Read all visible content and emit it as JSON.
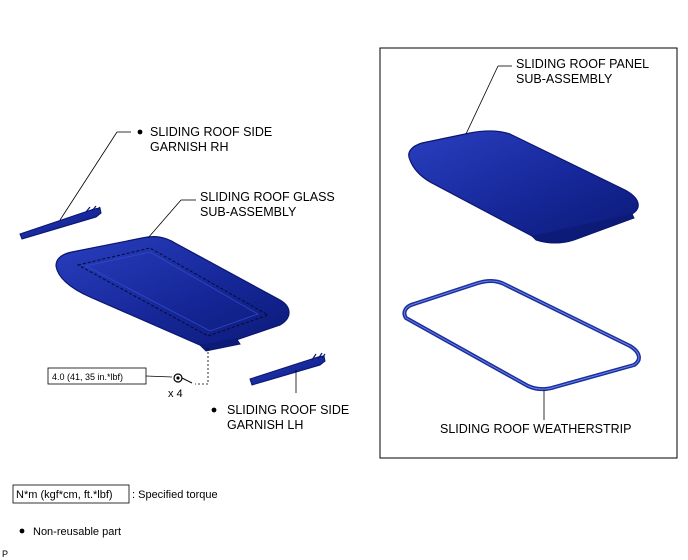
{
  "parts": {
    "side_garnish_rh": {
      "line1": "SLIDING ROOF SIDE",
      "line2": "GARNISH RH"
    },
    "glass_subassembly": {
      "line1": "SLIDING ROOF GLASS",
      "line2": "SUB-ASSEMBLY"
    },
    "side_garnish_lh": {
      "line1": "SLIDING ROOF SIDE",
      "line2": "GARNISH LH"
    },
    "panel_subassembly": {
      "line1": "SLIDING ROOF PANEL",
      "line2": "SUB-ASSEMBLY"
    },
    "weatherstrip": {
      "line1": "SLIDING ROOF WEATHERSTRIP"
    }
  },
  "torque": {
    "value": "4.0 (41, 35 in.*lbf)",
    "count": "x 4"
  },
  "legend": {
    "torque_box": "N*m (kgf*cm, ft.*lbf)",
    "torque_desc": ": Specified torque",
    "non_reusable": "Non-reusable part"
  },
  "footer_mark": "P",
  "colors": {
    "part_fill": "#1a2f9e",
    "part_edge": "#0a1670",
    "outline": "#000000"
  }
}
